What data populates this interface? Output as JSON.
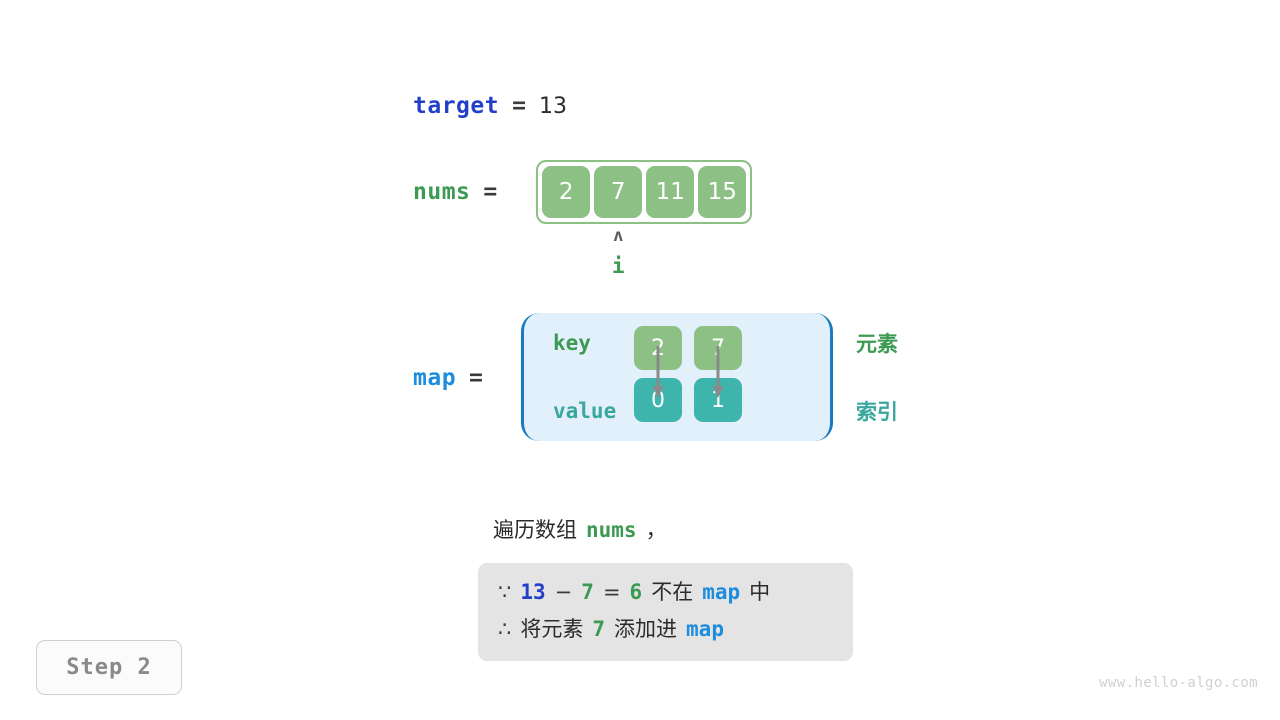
{
  "diagram": {
    "title": "Two Sum hash map walkthrough",
    "target": {
      "label": "target",
      "equals": "=",
      "value": "13"
    },
    "nums": {
      "label": "nums",
      "equals": "=",
      "cells": [
        "2",
        "7",
        "11",
        "15"
      ],
      "pointer": {
        "caret": "ʌ",
        "name": "i",
        "index": 1
      }
    },
    "map": {
      "label": "map",
      "equals": "=",
      "row_labels": {
        "key": "key",
        "value": "value"
      },
      "entries": [
        {
          "key": "2",
          "value": "0"
        },
        {
          "key": "7",
          "value": "1"
        }
      ],
      "side_labels": {
        "elements": "元素",
        "indices": "索引"
      }
    },
    "caption": {
      "prefix": "遍历数组",
      "code": "nums",
      "suffix": "，"
    },
    "note": {
      "line1": {
        "because_symbol": "∵",
        "a": "13",
        "minus": "−",
        "b": "7",
        "equals": "=",
        "result": "6",
        "text_mid": "不在",
        "map": "map",
        "text_end": "中"
      },
      "line2": {
        "therefore_symbol": "∴",
        "text_start": "将元素",
        "element": "7",
        "text_mid": "添加进",
        "map": "map"
      }
    },
    "step_badge": "Step 2",
    "watermark": "www.hello-algo.com",
    "colors": {
      "var_blue": "#2440c8",
      "map_blue": "#1e8ddd",
      "green": "#3c9a52",
      "cell_green": "#8cc084",
      "cell_teal": "#3eb5ac",
      "teal_text": "#3aa79f",
      "map_bg": "#e2f0fb",
      "map_border": "#1a7cc0",
      "note_bg": "#e4e4e4",
      "arrow_gray": "#8a8a8a"
    }
  }
}
